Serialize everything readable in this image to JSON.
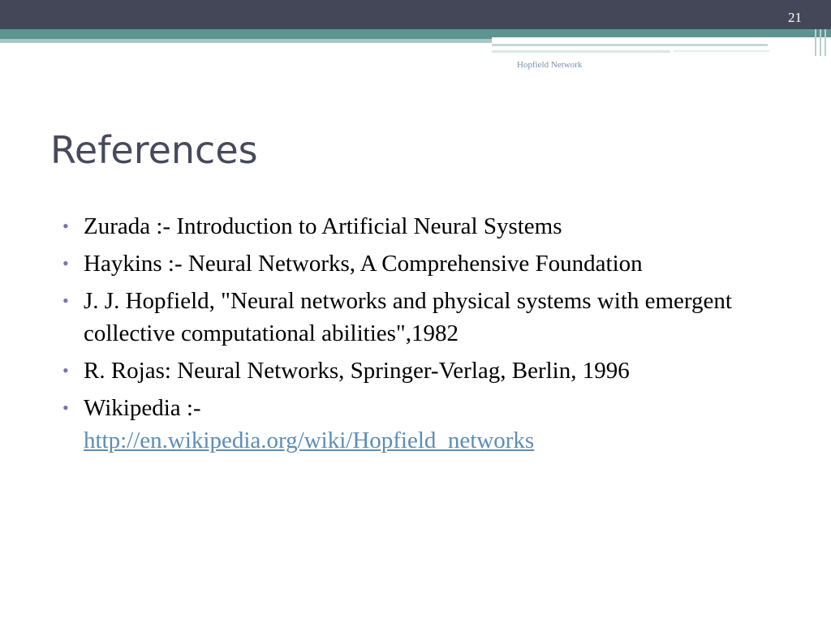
{
  "slide": {
    "number": "21",
    "header": "Hopfield Network",
    "title": "References"
  },
  "references": [
    "Zurada :- Introduction to Artificial Neural Systems",
    "Haykins :- Neural Networks, A Comprehensive Foundation",
    "J. J. Hopfield, \"Neural networks and physical systems with emergent collective computational abilities\",1982",
    "R. Rojas: Neural Networks, Springer-Verlag, Berlin, 1996",
    "Wikipedia :-"
  ],
  "wikipedia_link": "http://en.wikipedia.org/wiki/Hopfield_networks",
  "colors": {
    "top_bar": "#444757",
    "teal_band": "#5d9490",
    "title": "#474a5c",
    "bullet": "#7a6fb5",
    "link": "#5b8db7"
  }
}
